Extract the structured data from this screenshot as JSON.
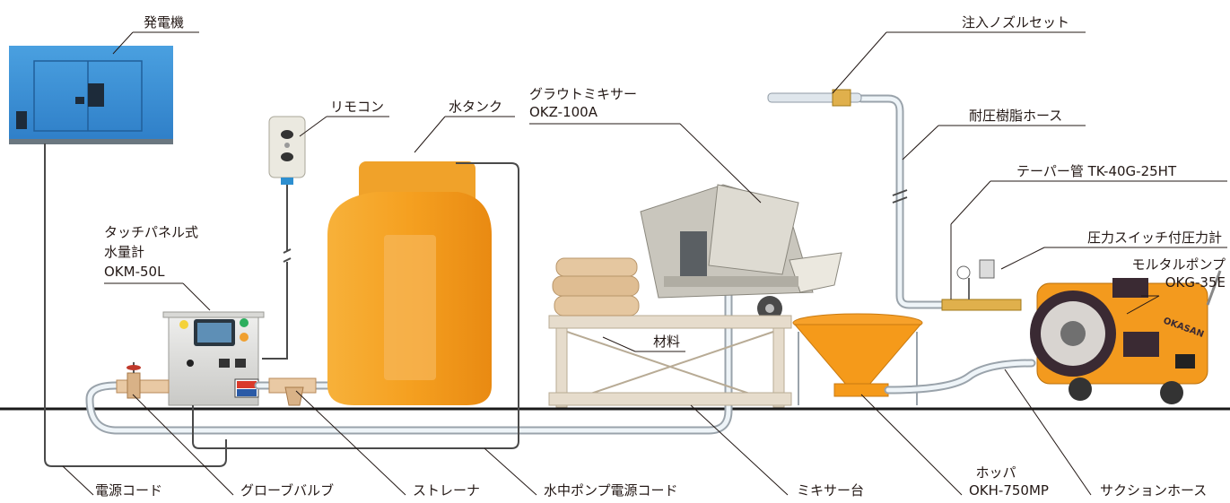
{
  "labels": {
    "generator": "発電機",
    "remote": "リモコン",
    "water_tank": "水タンク",
    "mixer_line1": "グラウトミキサー",
    "mixer_line2": "OKZ-100A",
    "nozzle": "注入ノズルセット",
    "hose": "耐圧樹脂ホース",
    "taper": "テーパー管 TK-40G-25HT",
    "pressure_switch": "圧力スイッチ付圧力計",
    "pump_line1": "モルタルポンプ",
    "pump_line2": "OKG-35E",
    "meter_line1": "タッチパネル式",
    "meter_line2": "水量計",
    "meter_line3": "OKM-50L",
    "material": "材料",
    "power_cord": "電源コード",
    "globe_valve": "グローブバルブ",
    "strainer": "ストレーナ",
    "sub_pump_cord": "水中ポンプ電源コード",
    "mixer_stand": "ミキサー台",
    "hopper_line1": "ホッパ",
    "hopper_line2": "OKH-750MP",
    "suction_hose": "サクションホース",
    "brand": "OKASAN"
  },
  "colors": {
    "generator_blue": "#3a8fd6",
    "tank_orange": "#f29a1f",
    "pump_orange": "#f39a1e",
    "ground": "#1a1a1a"
  }
}
